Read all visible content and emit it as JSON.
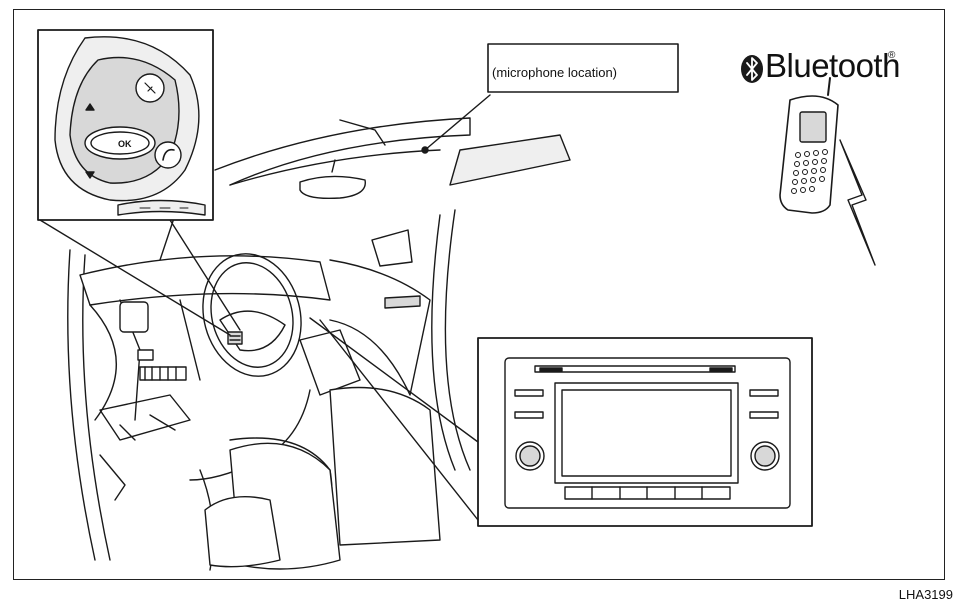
{
  "figure_code": "LHA3199",
  "callouts": {
    "microphone": "(microphone location)"
  },
  "brand": {
    "word": "Bluetooth",
    "registered": "®",
    "logo_icon": "bluetooth-rune-icon"
  },
  "steering_switch": {
    "ok_label": "OK"
  },
  "colors": {
    "line": "#1a1a1a",
    "fill_gray": "#d8d8d8",
    "fill_light": "#efefef",
    "background": "#ffffff"
  }
}
